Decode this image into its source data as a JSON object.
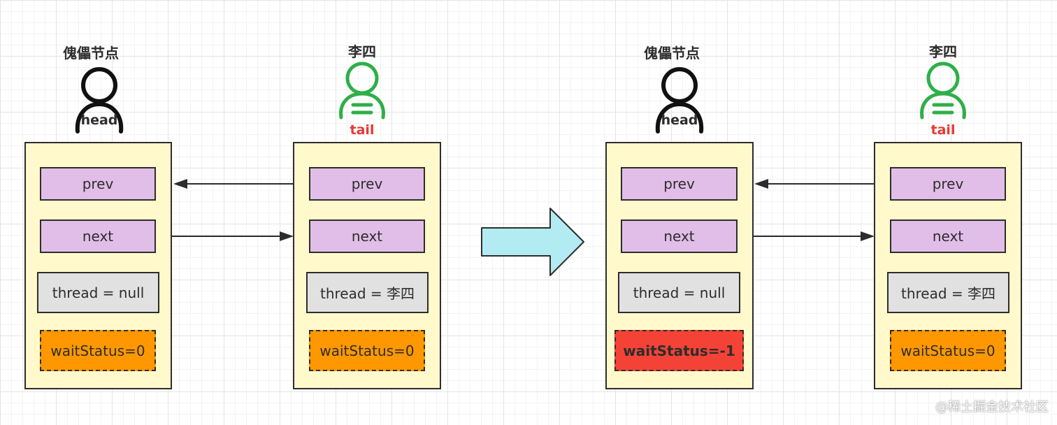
{
  "colors": {
    "tail_label": "#e53935",
    "waiter_icon": "#2eaf48",
    "dummy_icon": "#111111",
    "node_fill": "#fff9cc",
    "pointer_fill": "#e1bee7",
    "thread_fill": "#e1e1e1",
    "status_fill": "#ff9800",
    "status_active_fill": "#f44336",
    "transition_arrow": "#b3ebf2"
  },
  "before": {
    "dummy": {
      "title": "傀儡节点",
      "role": "head",
      "icon": "person-icon",
      "prev": "prev",
      "next": "next",
      "thread": "thread = null",
      "wait_status": "waitStatus=0"
    },
    "waiter": {
      "title": "李四",
      "role": "tail",
      "icon": "person-icon",
      "prev": "prev",
      "next": "next",
      "thread": "thread = 李四",
      "wait_status": "waitStatus=0"
    }
  },
  "transition_icon": "right-arrow-icon",
  "after": {
    "dummy": {
      "title": "傀儡节点",
      "role": "head",
      "icon": "person-icon",
      "prev": "prev",
      "next": "next",
      "thread": "thread = null",
      "wait_status": "waitStatus=-1"
    },
    "waiter": {
      "title": "李四",
      "role": "tail",
      "icon": "person-icon",
      "prev": "prev",
      "next": "next",
      "thread": "thread = 李四",
      "wait_status": "waitStatus=0"
    }
  },
  "watermark": "@稀土掘金技术社区"
}
